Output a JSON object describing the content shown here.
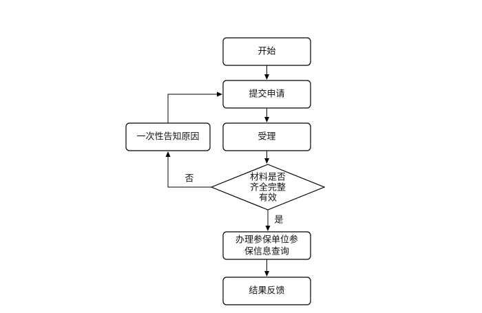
{
  "nodes": {
    "start": "开始",
    "submit": "提交申请",
    "accept": "受理",
    "check": [
      "材料是否",
      "齐全完整",
      "有效"
    ],
    "inform": "一次性告知原因",
    "process": [
      "办理参保单位参",
      "保信息查询"
    ],
    "feedback": "结果反馈"
  },
  "edges": {
    "no": "否",
    "yes": "是"
  }
}
